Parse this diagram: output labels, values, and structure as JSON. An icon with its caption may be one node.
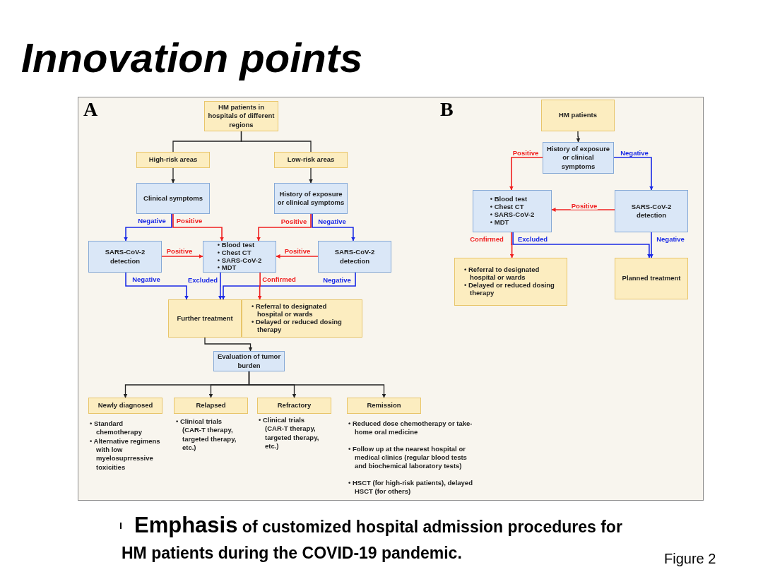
{
  "diagram": {
    "title": "Innovation points",
    "caption": "**Emphasis** of customized hospital admission procedures for HM patients during the COVID-19 pandemic.",
    "nodes": [
      {
        "text": [
          "HM patients in hospitals of different regions"
        ]
      },
      {
        "text": [
          "High-risk areas"
        ]
      },
      {
        "text": [
          "Low-risk areas"
        ]
      },
      {
        "text": [
          "Clinical symptoms"
        ]
      },
      {
        "text": [
          "History of exposure or clinical symptoms"
        ]
      },
      {
        "text": [
          "SARS-CoV-2 detection"
        ]
      },
      {
        "text": [
          "• Blood test",
          "• Chest CT",
          "• SARS-CoV-2",
          "• MDT"
        ]
      },
      {
        "text": [
          "SARS-CoV-2 detection"
        ]
      },
      {
        "text": [
          "Further treatment"
        ]
      },
      {
        "text": [
          "• Referral to designated hospital or wards",
          "• Delayed or reduced dosing therapy"
        ]
      },
      {
        "text": [
          "Evaluation of tumor burden"
        ]
      },
      {
        "text": [
          "Newly diagnosed"
        ],
        "beside": [
          "• Standard chemotherapy",
          "• Alternative regimens with low myelosuprressive toxicities"
        ]
      },
      {
        "text": [
          "Relapsed"
        ],
        "beside": [
          "• Clinical trials (CAR-T therapy, targeted therapy, etc.)"
        ]
      },
      {
        "text": [
          "Refractory"
        ],
        "beside": [
          "• Clinical trials (CAR-T therapy, targeted therapy, etc.)"
        ]
      },
      {
        "text": [
          "Remission"
        ],
        "beside": [
          "• Reduced dose chemotherapy or take-home oral medicine",
          "• Follow up at the nearest hospital or medical clinics (regular blood tests and biochemical laboratory tests)",
          "• HSCT (for high-risk patients), delayed HSCT (for others)"
        ]
      },
      {
        "text": [
          "HM patients"
        ]
      },
      {
        "text": [
          "History of exposure or clinical symptoms"
        ]
      },
      {
        "text": [
          "• Blood test",
          "• Chest CT",
          "• SARS-CoV-2",
          "• MDT"
        ]
      },
      {
        "text": [
          "SARS-CoV-2 detection"
        ]
      },
      {
        "text": [
          "• Referral to designated hospital or wards",
          "• Delayed or reduced dosing therapy"
        ]
      },
      {
        "text": [
          "Planned treatment"
        ]
      }
    ],
    "edges": [
      {
        "from": 0,
        "to": 1,
        "arrow": "none"
      },
      {
        "from": 0,
        "to": 2,
        "arrow": "none"
      },
      {
        "from": 1,
        "to": 3,
        "arrow": "to"
      },
      {
        "from": 2,
        "to": 4,
        "arrow": "to"
      },
      {
        "from": 3,
        "to": 5,
        "arrow": "to",
        "label": "Negative",
        "color": "#1a2ae6"
      },
      {
        "from": 3,
        "to": 6,
        "arrow": "to",
        "label": "Positive",
        "color": "#f02020"
      },
      {
        "from": 4,
        "to": 6,
        "arrow": "to",
        "label": "Positive",
        "color": "#f02020"
      },
      {
        "from": 4,
        "to": 7,
        "arrow": "to",
        "label": "Negative",
        "color": "#1a2ae6"
      },
      {
        "from": 5,
        "to": 6,
        "arrow": "to",
        "label": "Positive",
        "color": "#f02020"
      },
      {
        "from": 7,
        "to": 6,
        "arrow": "to",
        "label": "Positive",
        "color": "#f02020"
      },
      {
        "from": 5,
        "to": 8,
        "arrow": "to",
        "label": "Negative",
        "color": "#1a2ae6"
      },
      {
        "from": 6,
        "to": 8,
        "arrow": "to",
        "label": "Excluded",
        "color": "#1a2ae6"
      },
      {
        "from": 7,
        "to": 8,
        "arrow": "to",
        "label": "Negative",
        "color": "#1a2ae6"
      },
      {
        "from": 6,
        "to": 9,
        "arrow": "to",
        "label": "Confirmed",
        "color": "#f02020"
      },
      {
        "from": 8,
        "to": 10,
        "arrow": "to"
      },
      {
        "from": 10,
        "to": 11,
        "arrow": "to"
      },
      {
        "from": 10,
        "to": 12,
        "arrow": "to"
      },
      {
        "from": 10,
        "to": 13,
        "arrow": "to"
      },
      {
        "from": 10,
        "to": 14,
        "arrow": "to"
      },
      {
        "from": 15,
        "to": 16,
        "arrow": "to"
      },
      {
        "from": 16,
        "to": 17,
        "arrow": "to",
        "label": "Positive",
        "color": "#f02020"
      },
      {
        "from": 16,
        "to": 18,
        "arrow": "to",
        "label": "Negative",
        "color": "#1a2ae6"
      },
      {
        "from": 18,
        "to": 17,
        "arrow": "to",
        "label": "Positive",
        "color": "#f02020"
      },
      {
        "from": 17,
        "to": 19,
        "arrow": "to",
        "label": "Confirmed",
        "color": "#f02020"
      },
      {
        "from": 17,
        "to": 20,
        "arrow": "to",
        "label": "Excluded",
        "color": "#1a2ae6"
      },
      {
        "from": 18,
        "to": 20,
        "arrow": "to",
        "label": "Negative",
        "color": "#1a2ae6"
      }
    ],
    "labels": [
      "A",
      "B",
      "Figure 2"
    ]
  }
}
